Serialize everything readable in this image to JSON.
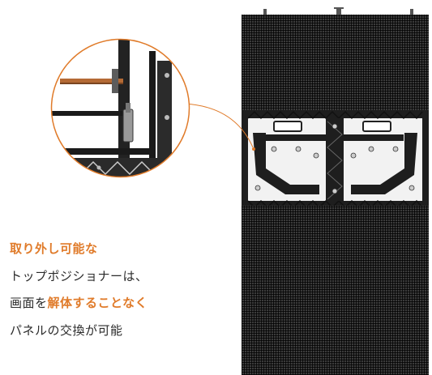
{
  "feature": {
    "headline": "取り外し可能な",
    "line2": "トップポジショナーは、",
    "line3_prefix": "画面を",
    "line3_highlight": "解体することなく",
    "line4": "パネルの交換が可能"
  },
  "colors": {
    "accent": "#e07b2a",
    "text": "#2b2b2b",
    "led_panel": "#3b3b3b",
    "frame_metal": "#1e1e1e"
  },
  "images": {
    "led_cabinet": "led-cabinet-rear-view",
    "zoom_detail": "top-positioner-closeup"
  }
}
